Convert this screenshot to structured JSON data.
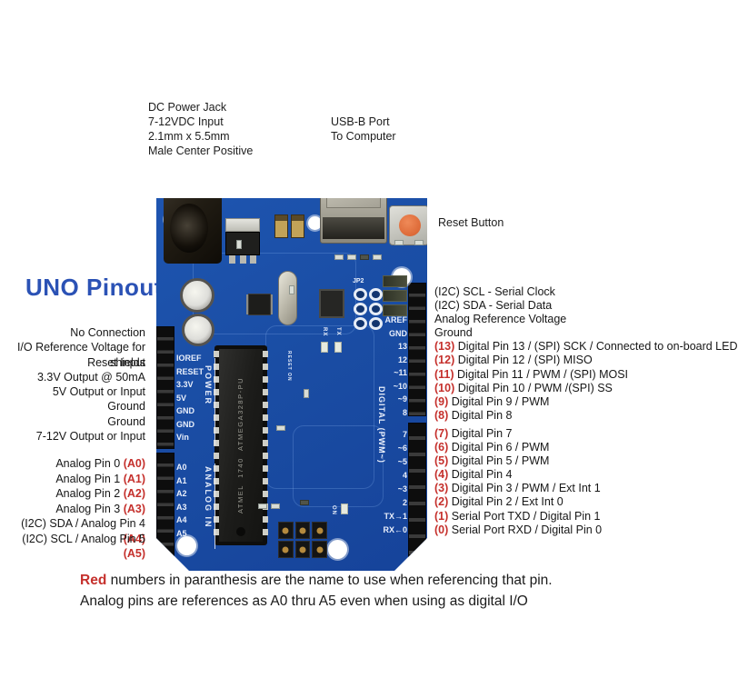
{
  "title": "UNO Pinout",
  "colors": {
    "pcb_blue": "#1a4da4",
    "silkscreen_white": "#e9effb",
    "accent_red": "#c5302c",
    "title_blue": "#2b52b5",
    "reset_button_orange": "#dd6a38",
    "usb_silver": "#b5b2a5"
  },
  "callouts": {
    "dc_jack": [
      "DC Power Jack",
      "7-12VDC Input",
      "2.1mm x 5.5mm",
      "Male Center Positive"
    ],
    "usb": [
      "USB-B Port",
      "To Computer"
    ],
    "reset": "Reset Button"
  },
  "left_labels": {
    "power": [
      "No Connection",
      "I/O Reference Voltage for shields",
      "Reset Input",
      "3.3V Output @ 50mA",
      "5V Output or Input",
      "Ground",
      "Ground",
      "7-12V Output or Input"
    ],
    "analog": [
      {
        "t": "Analog Pin 0 ",
        "r": "(A0)"
      },
      {
        "t": "Analog Pin 1 ",
        "r": "(A1)"
      },
      {
        "t": "Analog Pin 2 ",
        "r": "(A2)"
      },
      {
        "t": "Analog Pin 3 ",
        "r": "(A3)"
      },
      {
        "t": "(I2C) SDA / Analog Pin 4 ",
        "r": "(A4)"
      },
      {
        "t": "(I2C) SCL / Analog Pin 5 ",
        "r": "(A5)"
      }
    ]
  },
  "right_labels": {
    "upper": [
      {
        "n": "",
        "t": "(I2C) SCL - Serial Clock"
      },
      {
        "n": "",
        "t": "(I2C) SDA - Serial Data"
      },
      {
        "n": "",
        "t": "Analog Reference Voltage"
      },
      {
        "n": "",
        "t": "Ground"
      },
      {
        "n": "(13)",
        "t": " Digital Pin 13 / (SPI) SCK / Connected to on-board LED"
      },
      {
        "n": "(12)",
        "t": " Digital Pin 12 / (SPI) MISO"
      },
      {
        "n": "(11)",
        "t": " Digital Pin 11 / PWM / (SPI) MOSI"
      },
      {
        "n": "(10)",
        "t": " Digital Pin 10 / PWM /(SPI) SS"
      },
      {
        "n": "(9)",
        "t": " Digital Pin 9 / PWM"
      },
      {
        "n": "(8)",
        "t": " Digital Pin 8"
      }
    ],
    "lower": [
      {
        "n": "(7)",
        "t": " Digital Pin 7"
      },
      {
        "n": "(6)",
        "t": " Digital Pin 6 / PWM"
      },
      {
        "n": "(5)",
        "t": " Digital Pin 5 / PWM"
      },
      {
        "n": "(4)",
        "t": " Digital Pin 4"
      },
      {
        "n": "(3)",
        "t": " Digital Pin 3 / PWM / Ext Int 1"
      },
      {
        "n": "(2)",
        "t": " Digital Pin 2 / Ext Int 0"
      },
      {
        "n": "(1)",
        "t": " Serial Port TXD / Digital Pin 1"
      },
      {
        "n": "(0)",
        "t": " Serial Port RXD / Digital Pin 0"
      }
    ]
  },
  "board_silk": {
    "power_pins": [
      "IOREF",
      "RESET",
      "3.3V",
      "5V",
      "GND",
      "GND",
      "Vin"
    ],
    "analog_pins": [
      "A0",
      "A1",
      "A2",
      "A3",
      "A4",
      "A5"
    ],
    "digital_upper": [
      "AREF",
      "GND",
      "13",
      "12",
      "~11",
      "~10",
      "~9",
      "8"
    ],
    "digital_lower": [
      "7",
      "~6",
      "~5",
      "4",
      "~3",
      "2",
      "TX→1",
      "RX←0"
    ],
    "power_group": "POWER",
    "analog_group": "ANALOG IN",
    "digital_group": "DIGITAL (PWM~)",
    "jp2": "JP2",
    "rx": "RX",
    "tx": "TX",
    "on": "ON",
    "reset_on": "RESET ON"
  },
  "chip": {
    "brand": "ATMEL",
    "lot": "1740",
    "model": "ATMEGA328P-PU"
  },
  "footer": {
    "red_word": "Red",
    "line1_rest": " numbers in paranthesis are the name to use when referencing that pin.",
    "line2": "Analog pins are references as A0 thru A5 even when using as digital I/O"
  }
}
